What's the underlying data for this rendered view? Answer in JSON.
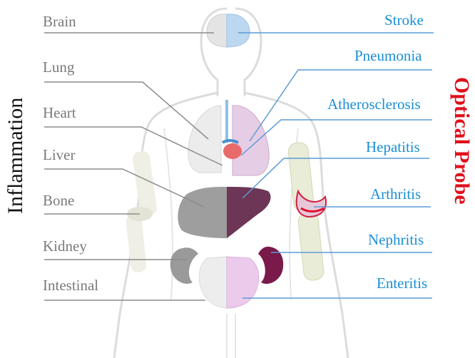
{
  "titles": {
    "left": "Inflammation",
    "right": "Optical Probe"
  },
  "organs": [
    "Brain",
    "Lung",
    "Heart",
    "Liver",
    "Bone",
    "Kidney",
    "Intestinal"
  ],
  "diseases": [
    "Stroke",
    "Pneumonia",
    "Atherosclerosis",
    "Hepatitis",
    "Arthritis",
    "Nephritis",
    "Enteritis"
  ],
  "colors": {
    "organ_text": "#7a7a7a",
    "disease_text": "#1a8fd6",
    "left_title": "#111111",
    "right_title": "#e0101c",
    "leader_gray": "#8c8c8c",
    "leader_blue": "#5b9bd5"
  }
}
